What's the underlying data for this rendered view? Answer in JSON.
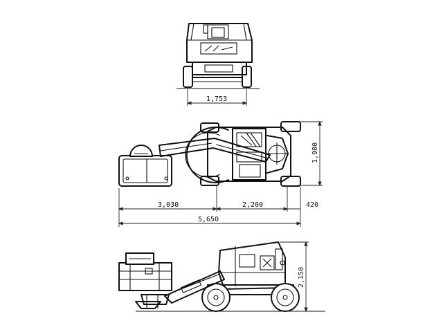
{
  "dimensions": {
    "front_width": "1,753",
    "top_width": "1,980",
    "platform_offset": "3,030",
    "wheelbase": "2,200",
    "rear_overhang": "420",
    "overall_length": "5,650",
    "stowed_height": "2,150"
  }
}
